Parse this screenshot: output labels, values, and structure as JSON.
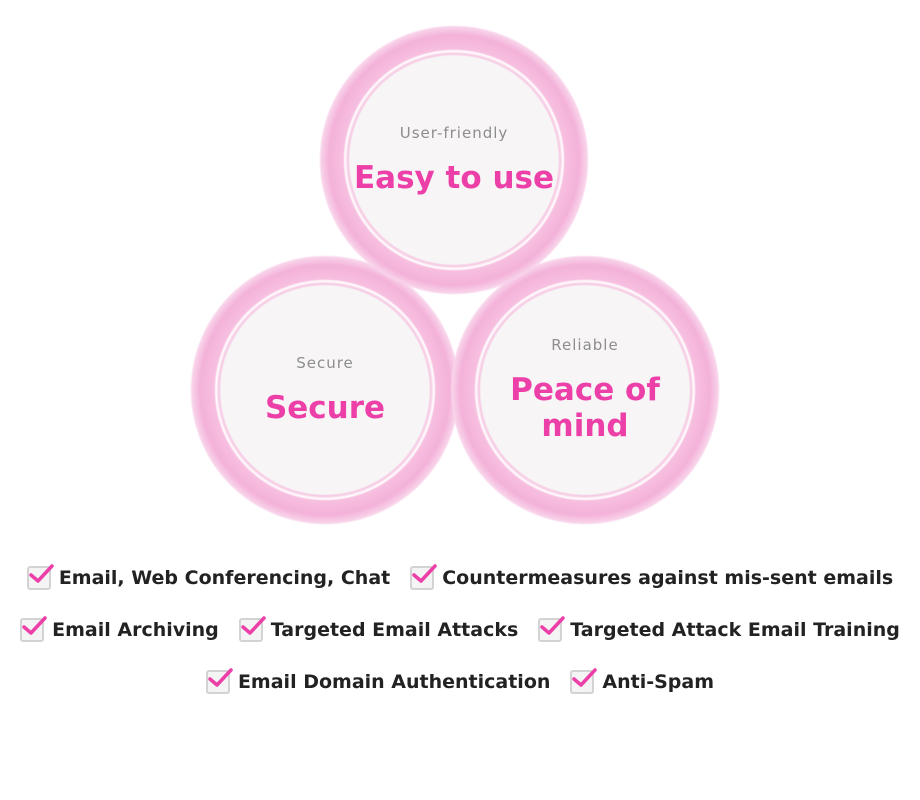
{
  "circles": [
    {
      "subtitle": "User-friendly",
      "title": "Easy to use"
    },
    {
      "subtitle": "Secure",
      "title": "Secure"
    },
    {
      "subtitle": "Reliable",
      "title": "Peace of mind"
    }
  ],
  "features": [
    [
      "Email, Web Conferencing, Chat",
      "Countermeasures against mis-sent emails"
    ],
    [
      "Email Archiving",
      "Targeted Email Attacks",
      "Targeted Attack Email Training"
    ],
    [
      "Email Domain Authentication",
      "Anti-Spam"
    ]
  ],
  "colors": {
    "accent": "#ec3fa8",
    "ring": "#f4b2d9"
  }
}
